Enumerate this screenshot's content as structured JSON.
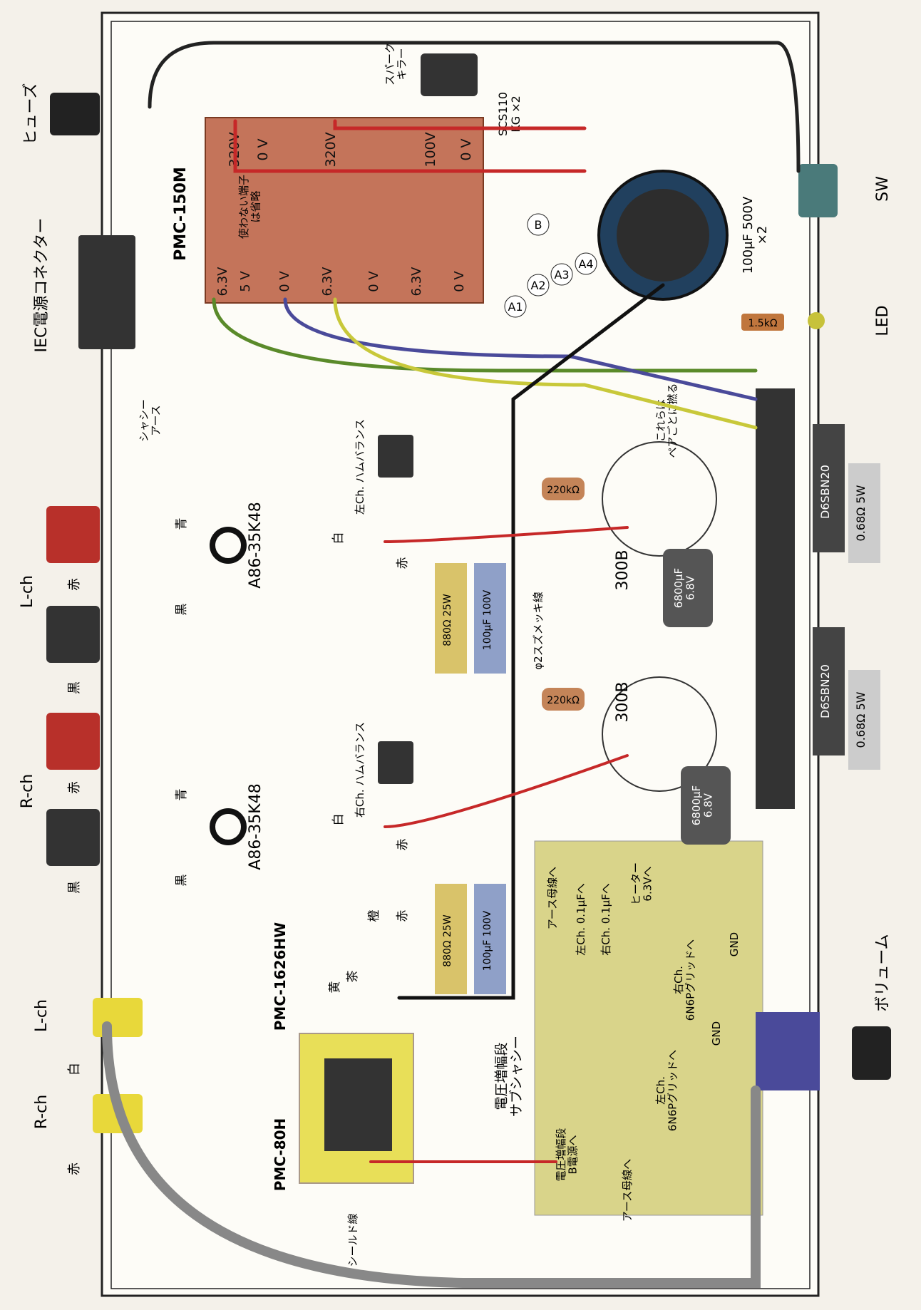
{
  "power_section": {
    "fuse": "ヒューズ",
    "iec": "IEC電源コネクター",
    "chassis_earth": "シャシー\nアース",
    "spark_killer": "スパーク\nキラー",
    "switch": "SW",
    "diode": "SCS110\nKG ×2",
    "led": "LED",
    "led_resistor": "1.5kΩ",
    "cap_main": "100μF 500V\n×2"
  },
  "transformer_main": {
    "name": "PMC-150M",
    "taps_top": [
      "320V",
      "0 V",
      "320V",
      "100V",
      "0 V"
    ],
    "taps_bottom": [
      "6.3V",
      "5 V",
      "0 V",
      "6.3V",
      "0 V",
      "6.3V",
      "0 V"
    ],
    "note": "使わない端子\nは省略"
  },
  "markers": [
    "A1",
    "A2",
    "A3",
    "A4",
    "B"
  ],
  "speaker_terminals": [
    {
      "label": "L-ch",
      "colors": [
        "赤",
        "黒"
      ]
    },
    {
      "label": "R-ch",
      "colors": [
        "赤",
        "黒"
      ]
    }
  ],
  "wire_labels": {
    "blue": "青",
    "black": "黒",
    "white": "白",
    "red": "赤",
    "orange": "橙",
    "brown": "茶",
    "yellow": "黄"
  },
  "output_transformer": "A86-35K48",
  "hum_balance_left": "左Ch. ハムバランス",
  "hum_balance_right": "右Ch. ハムバランス",
  "tube": "300B",
  "resistor_220k": "220kΩ",
  "resistor_880": "880Ω 25W",
  "cap_100": "100μF 100V",
  "cap_6800": "6800μF\n6.8V",
  "bridge": "D6SBN20",
  "resistor_068": "0.68Ω 5W",
  "pair_note": "これらは\nペアごとに撚る",
  "bus_wire": "φ2スズメッキ線",
  "input_jacks": [
    {
      "label": "L-ch",
      "color": "白"
    },
    {
      "label": "R-ch",
      "color": "赤"
    }
  ],
  "choke": "PMC-1626HW",
  "power_small": "PMC-80H",
  "sub_chassis": "電圧増幅段\nサブシャシー",
  "shield_wire": "シールド線",
  "sub_labels": [
    "アース母線へ",
    "左Ch. 0.1μFへ",
    "右Ch. 0.1μFへ",
    "ヒーター\n6.3Vへ",
    "左Ch.\n6N6Pグリッドへ",
    "右Ch.\n6N6Pグリッドへ",
    "電圧増幅段\nB電源へ",
    "アース母線へ",
    "GND",
    "GND"
  ],
  "volume": "ボリューム"
}
